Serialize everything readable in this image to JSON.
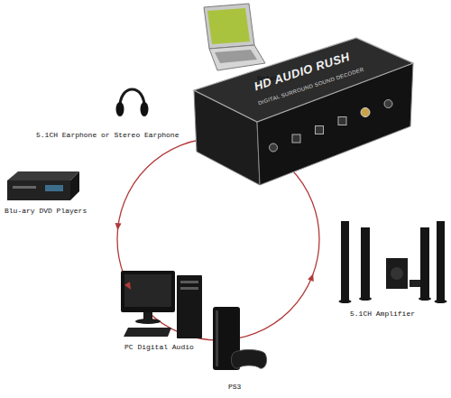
{
  "diagram": {
    "labels": [
      "Notebook",
      "5.1CH Earphone or Stereo Earphone",
      "Blu-ary DVD Players",
      "HD AUDIO RUSH",
      "DIGITAL SURROUND SOUND DECODER",
      "PC Digital Audio",
      "PS3",
      "5.1CH Amplifier"
    ]
  }
}
